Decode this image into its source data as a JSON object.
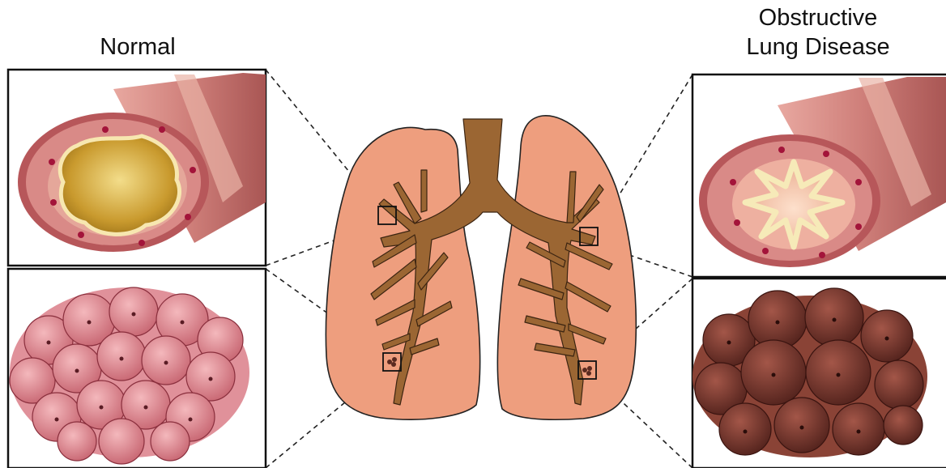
{
  "labels": {
    "normal": "Normal",
    "obstructive_line1": "Obstructive",
    "obstructive_line2": "Lung Disease"
  },
  "colors": {
    "lung_fill": "#EE9E7E",
    "bronchi": "#9B6633",
    "airway_normal": "#C97F7C",
    "airway_lumen_normal": "#C9A33A",
    "alveoli_normal": "#D97A84",
    "alveoli_disease": "#7A3A32"
  },
  "panels": [
    {
      "side": "left",
      "content": "normal-airway"
    },
    {
      "side": "left",
      "content": "normal-alveoli"
    },
    {
      "side": "right",
      "content": "obstructed-airway"
    },
    {
      "side": "right",
      "content": "diseased-alveoli"
    }
  ]
}
